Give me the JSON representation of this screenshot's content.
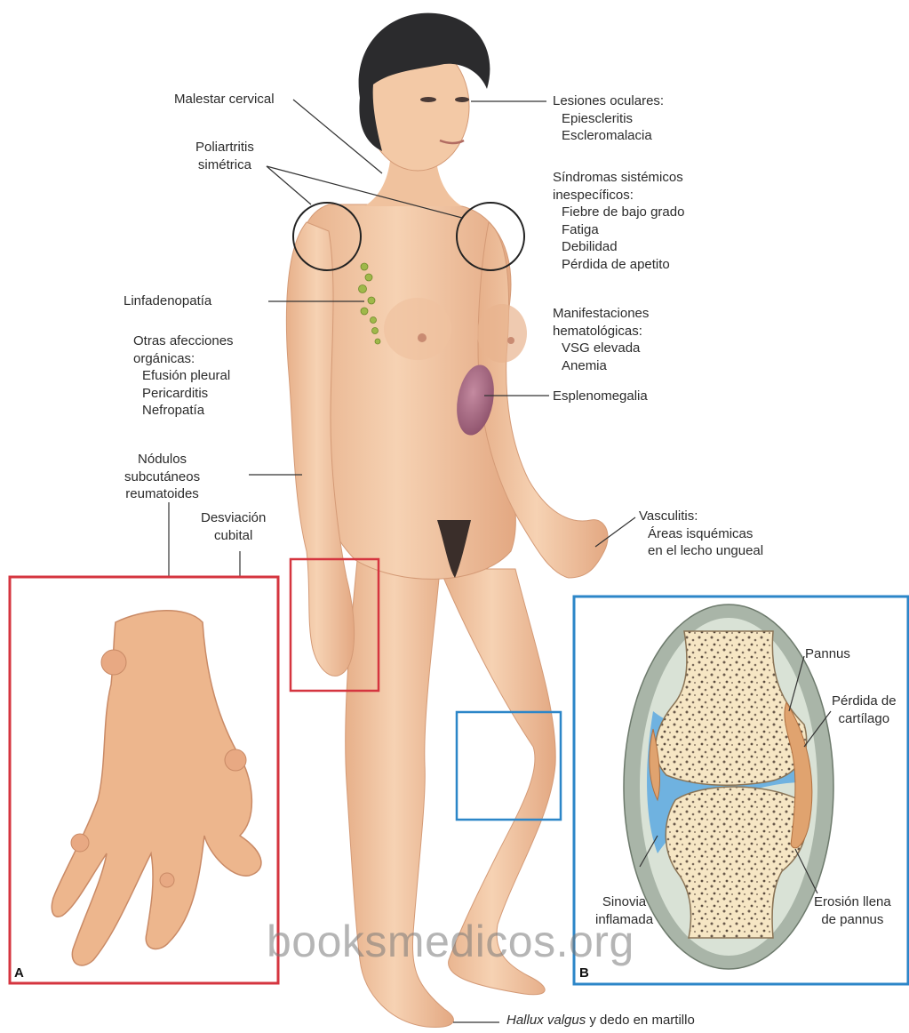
{
  "labels": {
    "malestar": "Malestar cervical",
    "poliartritis": [
      "Poliartritis",
      "simétrica"
    ],
    "linfadenopatia": "Linfadenopatía",
    "otras": {
      "title": [
        "Otras afecciones",
        "orgánicas:"
      ],
      "items": [
        "Efusión pleural",
        "Pericarditis",
        "Nefropatía"
      ]
    },
    "nodulos": [
      "Nódulos",
      "subcutáneos",
      "reumatoides"
    ],
    "desviacion": [
      "Desviación",
      "cubital"
    ],
    "lesiones": {
      "title": "Lesiones oculares:",
      "items": [
        "Epiescleritis",
        "Escleromalacia"
      ]
    },
    "sindromas": {
      "title": [
        "Síndromas sistémicos",
        "inespecíficos:"
      ],
      "items": [
        "Fiebre de bajo grado",
        "Fatiga",
        "Debilidad",
        "Pérdida de apetito"
      ]
    },
    "manifestaciones": {
      "title": [
        "Manifestaciones",
        "hematológicas:"
      ],
      "items": [
        "VSG elevada",
        "Anemia"
      ]
    },
    "esplenomegalia": "Esplenomegalia",
    "vasculitis": {
      "title": "Vasculitis:",
      "items": [
        "Áreas isquémicas",
        "en el lecho ungueal"
      ]
    },
    "pannus": "Pannus",
    "perdida_cartilago": [
      "Pérdida de",
      "cartílago"
    ],
    "sinovia": [
      "Sinovia",
      "inflamada"
    ],
    "erosion": [
      "Erosión llena",
      "de pannus"
    ],
    "hallux_italic": "Hallux valgus",
    "hallux_rest": " y dedo en martillo"
  },
  "panels": {
    "a": "A",
    "b": "B"
  },
  "watermark": "booksmedicos.org",
  "colors": {
    "skin": "#f3c9a6",
    "skin_shade": "#e3a983",
    "hair": "#2b2b2d",
    "panel_a_border": "#d5353f",
    "panel_b_border": "#2c86c8",
    "bone": "#f6e6c4",
    "synovial_fluid": "#6fb2e0",
    "pannus": "#e0a36f",
    "capsule": "#9aa79a",
    "spleen": "#a8677f",
    "lymph": "#9fb84a"
  }
}
